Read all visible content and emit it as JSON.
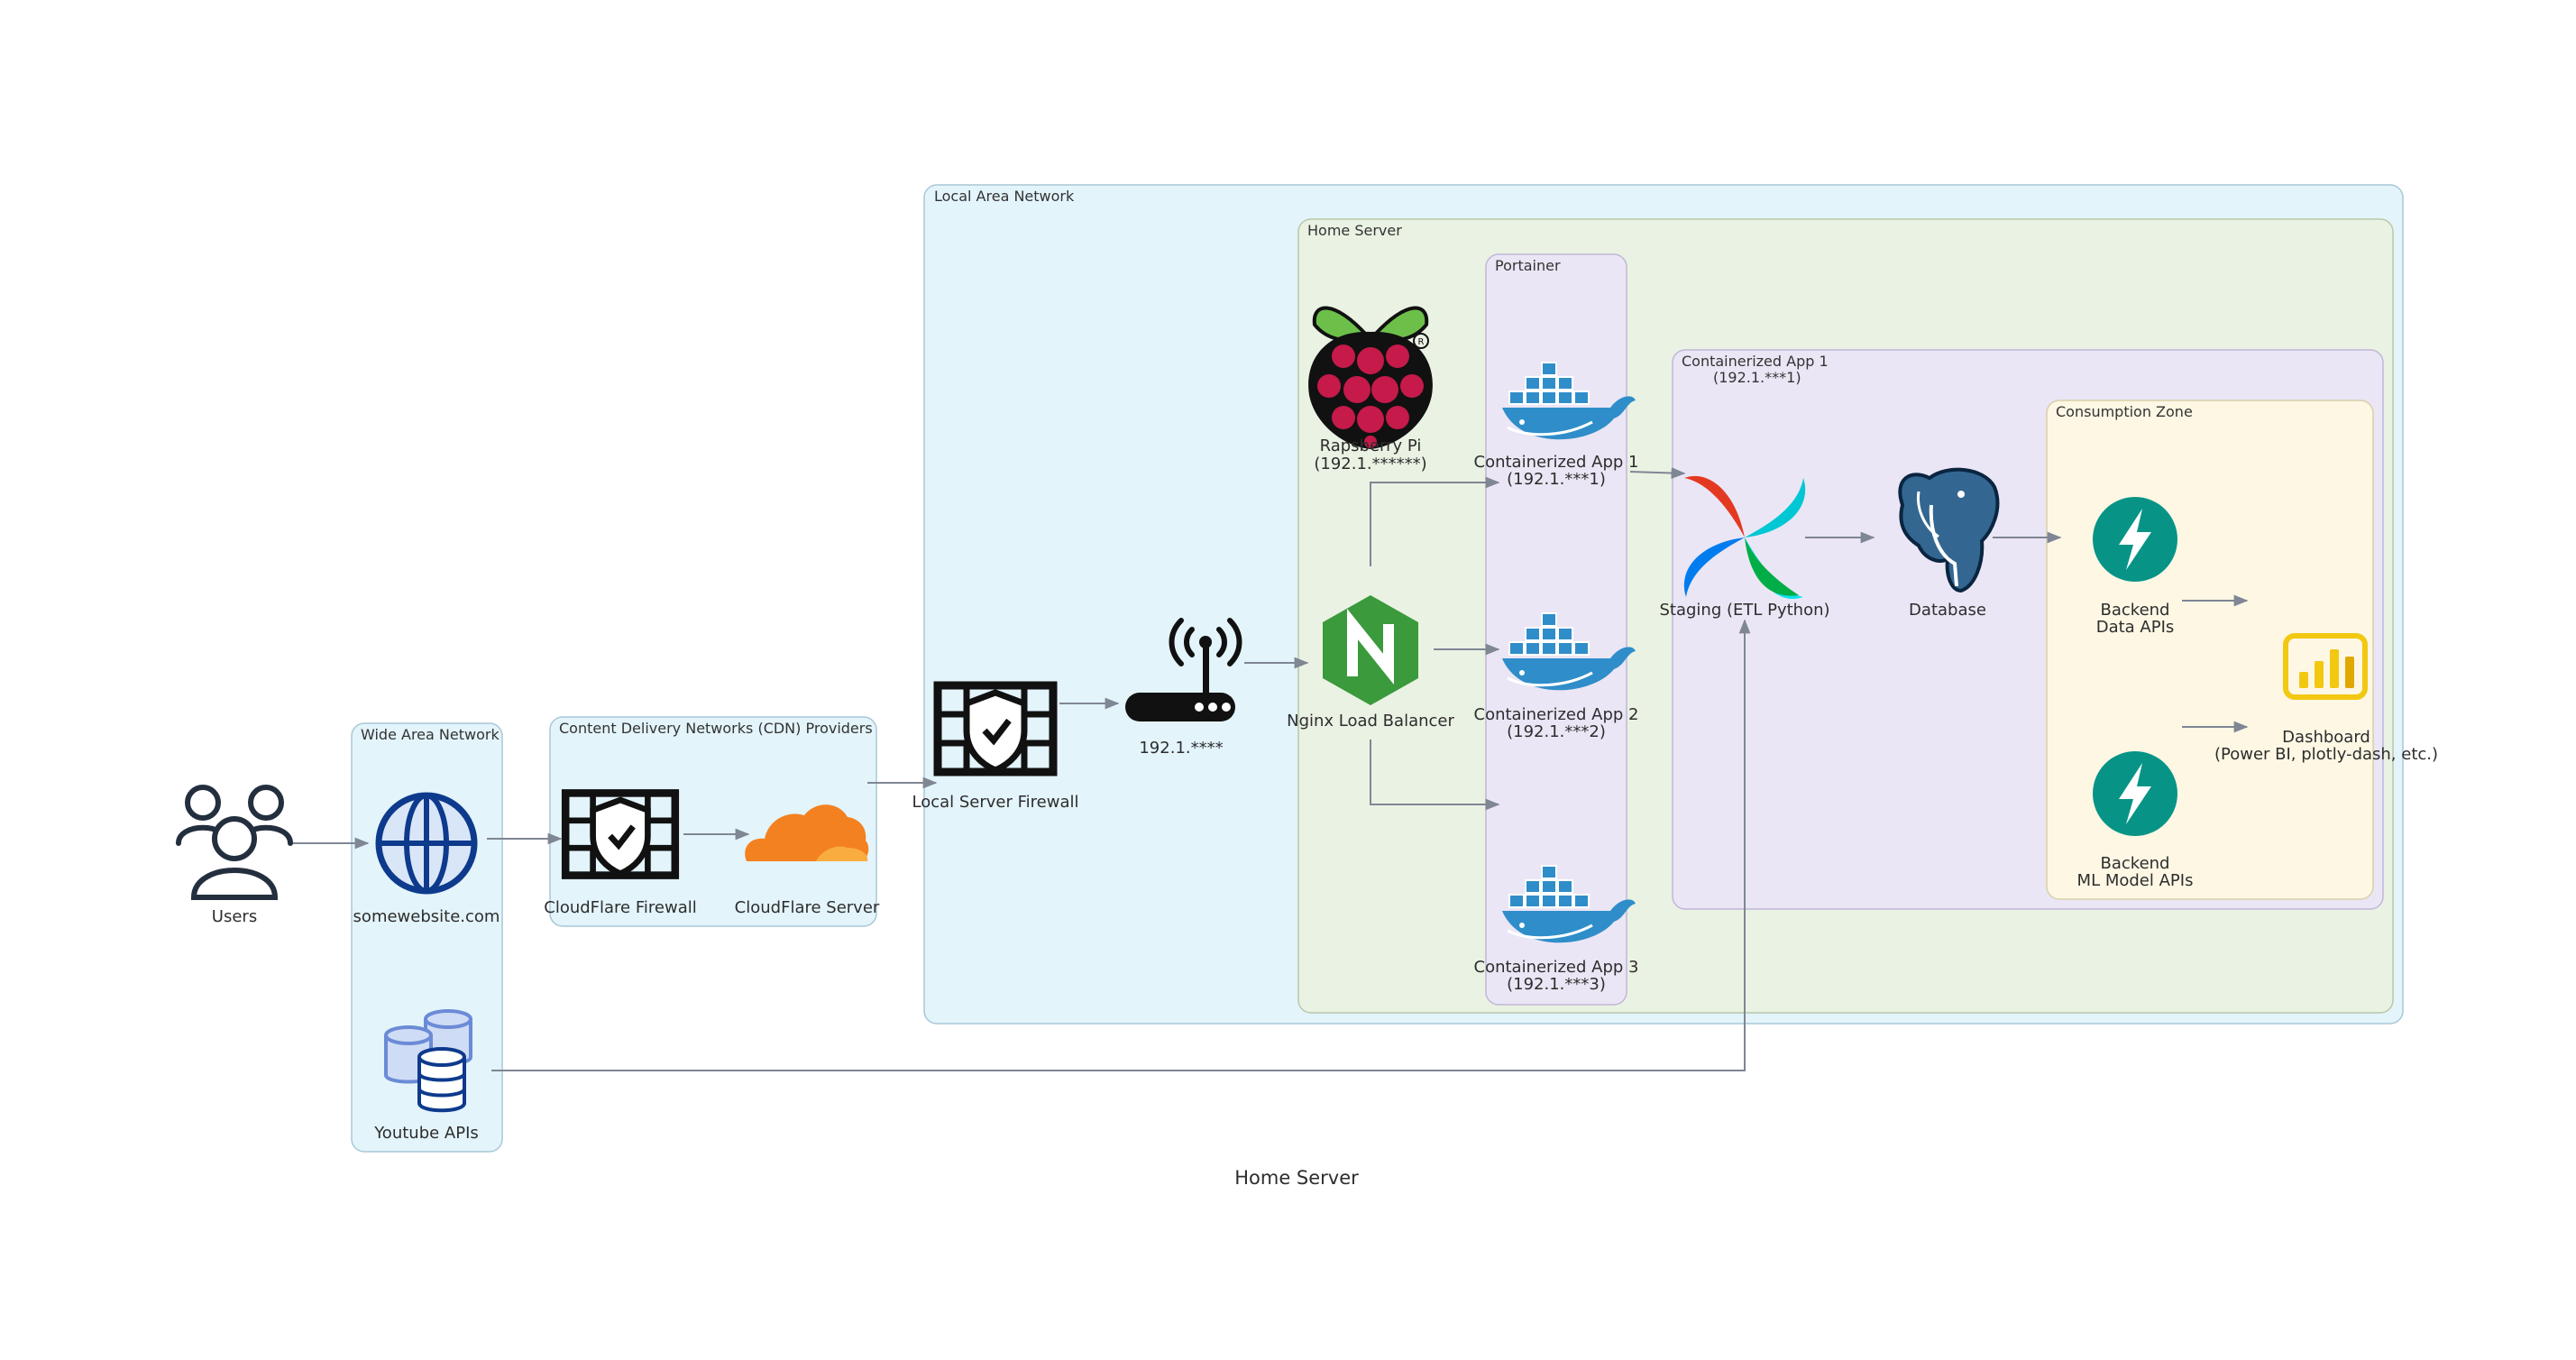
{
  "caption": "Home Server",
  "clusters": {
    "wan": "Wide Area Network",
    "cdn": "Content Delivery Networks (CDN) Providers",
    "lan": "Local Area Network",
    "home_server": "Home Server",
    "portainer": "Portainer",
    "app1": {
      "line1": "Containerized App 1",
      "line2": "(192.1.***1)"
    },
    "consumption": "Consumption Zone"
  },
  "nodes": {
    "users": "Users",
    "website": "somewebsite.com",
    "youtube": "Youtube APIs",
    "cf_firewall": "CloudFlare Firewall",
    "cf_server": "CloudFlare Server",
    "local_firewall": "Local Server Firewall",
    "router": "192.1.****",
    "rpi": {
      "line1": "Rapsberry Pi",
      "line2": "(192.1.******)"
    },
    "nginx": "Nginx Load Balancer",
    "docker1": {
      "line1": "Containerized App 1",
      "line2": "(192.1.***1)"
    },
    "docker2": {
      "line1": "Containerized App 2",
      "line2": "(192.1.***2)"
    },
    "docker3": {
      "line1": "Containerized App 3",
      "line2": "(192.1.***3)"
    },
    "staging": "Staging (ETL Python)",
    "database": "Database",
    "backend_data": {
      "line1": "Backend",
      "line2": "Data APIs"
    },
    "backend_ml": {
      "line1": "Backend",
      "line2": "ML Model APIs"
    },
    "dashboard": {
      "line1": "Dashboard",
      "line2": "(Power BI, plotly-dash, etc.)"
    }
  },
  "icons": {
    "users": "users-icon",
    "website": "globe-icon",
    "youtube": "database-stack-icon",
    "cf_firewall": "firewall-shield-icon",
    "cf_server": "cloudflare-cloud-icon",
    "local_firewall": "firewall-shield-icon",
    "router": "wifi-router-icon",
    "rpi": "raspberry-pi-icon",
    "nginx": "nginx-icon",
    "docker": "docker-whale-icon",
    "staging": "airflow-pinwheel-icon",
    "database": "postgresql-elephant-icon",
    "backend": "fastapi-bolt-icon",
    "dashboard": "power-bi-icon"
  },
  "colors": {
    "wan_fill": "#e3f4fb",
    "lan_fill": "#e3f4fb",
    "home_fill": "#eaf2e3",
    "portainer_fill": "#ebe6f5",
    "consumption_fill": "#fdf7e4",
    "docker_blue": "#2f8ec9",
    "nginx_green": "#3a9a3c",
    "fastapi_teal": "#079487",
    "cloudflare_orange": "#f48120",
    "raspberry_red": "#c51a4a",
    "powerbi_yellow": "#f2c811",
    "postgres_blue": "#336791"
  }
}
